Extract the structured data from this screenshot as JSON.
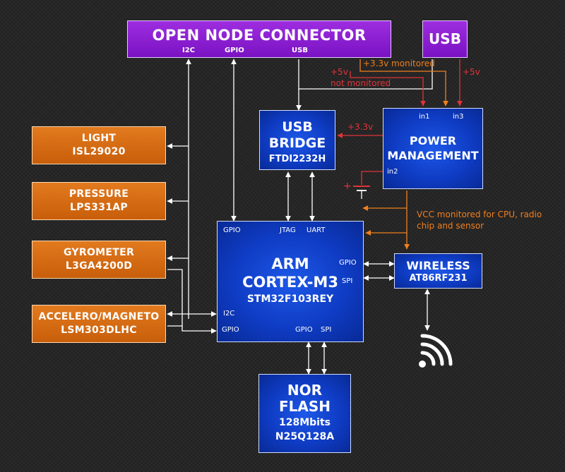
{
  "connector": {
    "title": "OPEN NODE CONNECTOR",
    "pins": [
      "I2C",
      "GPIO",
      "USB"
    ]
  },
  "usb": {
    "label": "USB"
  },
  "power_lines": {
    "plus5_left": "+5v",
    "not_monitored": "not monitored",
    "plus33_monitored": "+3.3v monitored",
    "plus5_right": "+5v",
    "plus33_bridge": "+3.3v",
    "battery_plus": "+"
  },
  "usb_bridge": {
    "line1": "USB",
    "line2": "BRIDGE",
    "part": "FTDI2232H"
  },
  "power_mgmt": {
    "line1": "POWER",
    "line2": "MANAGEMENT",
    "in1": "in1",
    "in2": "in2",
    "in3": "in3"
  },
  "vcc_note": {
    "line1": "VCC monitored for CPU, radio",
    "line2": "chip and sensor"
  },
  "sensors": [
    {
      "name": "LIGHT",
      "part": "ISL29020"
    },
    {
      "name": "PRESSURE",
      "part": "LPS331AP"
    },
    {
      "name": "GYROMETER",
      "part": "L3GA4200D"
    },
    {
      "name": "ACCELERO/MAGNETO",
      "part": "LSM303DLHC"
    }
  ],
  "cpu": {
    "line1": "ARM",
    "line2": "CORTEX-M3",
    "part": "STM32F103REY",
    "pins": {
      "gpio_top": "GPIO",
      "jtag": "JTAG",
      "uart": "UART",
      "gpio_right": "GPIO",
      "spi_right": "SPI",
      "i2c_left": "I2C",
      "gpio_left": "GPIO",
      "gpio_bottom": "GPIO",
      "spi_bottom": "SPI"
    }
  },
  "wireless": {
    "name": "WIRELESS",
    "part": "AT86RF231"
  },
  "flash": {
    "line1": "NOR",
    "line2": "FLASH",
    "size": "128Mbits",
    "part": "N25Q128A"
  },
  "icons": [
    "wifi-icon",
    "battery-icon"
  ],
  "colors": {
    "connector": "#8a1fd6",
    "block": "#1a4fd9",
    "sensor": "#d96b14",
    "monitored_line": "#f07f1c",
    "power_line": "#e0333a",
    "signal_line": "#ffffff"
  }
}
